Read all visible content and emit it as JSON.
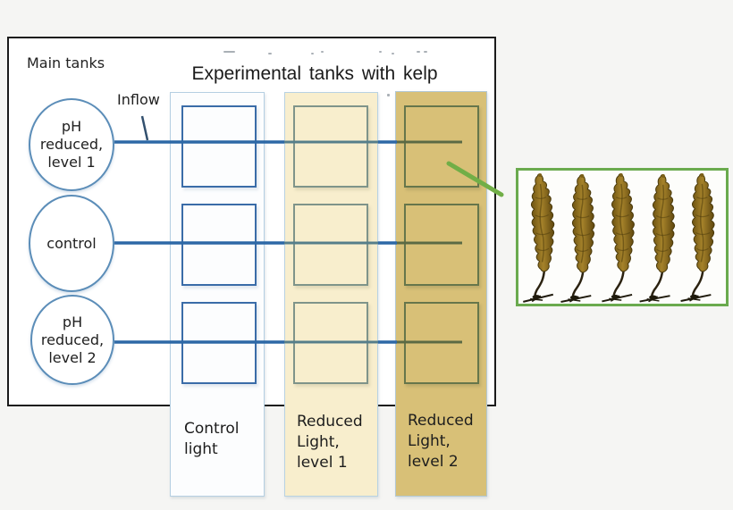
{
  "labels": {
    "main_tanks_header": "Main tanks",
    "title": "Experimental tanks with kelp",
    "inflow": "Inflow"
  },
  "main_tanks": [
    {
      "label": "pH\nreduced,\nlevel 1"
    },
    {
      "label": "control"
    },
    {
      "label": "pH\nreduced,\nlevel 2"
    }
  ],
  "light_columns": [
    {
      "label": "Control\nlight",
      "fill": "#fcfdfe",
      "tank_border": "#3a6ca8"
    },
    {
      "label": "Reduced\nLight,\nlevel 1",
      "fill": "#f8eecd",
      "tank_border": "#7f948a"
    },
    {
      "label": "Reduced\nLight,\nlevel 2",
      "fill": "#d8c077",
      "tank_border": "#66764b"
    }
  ],
  "structure": {
    "main_tank_count": 3,
    "experimental_tank_rows": 3,
    "experimental_tank_columns": 3
  },
  "kelp_illustration": {
    "icon": "kelp-fronds-image",
    "frond_count": 5,
    "border_color": "#6aaa4e"
  },
  "colors": {
    "flow_line_blue": "#2d68a6",
    "flow_line_in_level1": "#567e8a",
    "flow_line_in_level2": "#5b6a44",
    "connector_green": "#71ae47",
    "circle_border": "#5b8db8",
    "outer_box_border": "#1b1b1b",
    "background": "#f5f5f3"
  }
}
